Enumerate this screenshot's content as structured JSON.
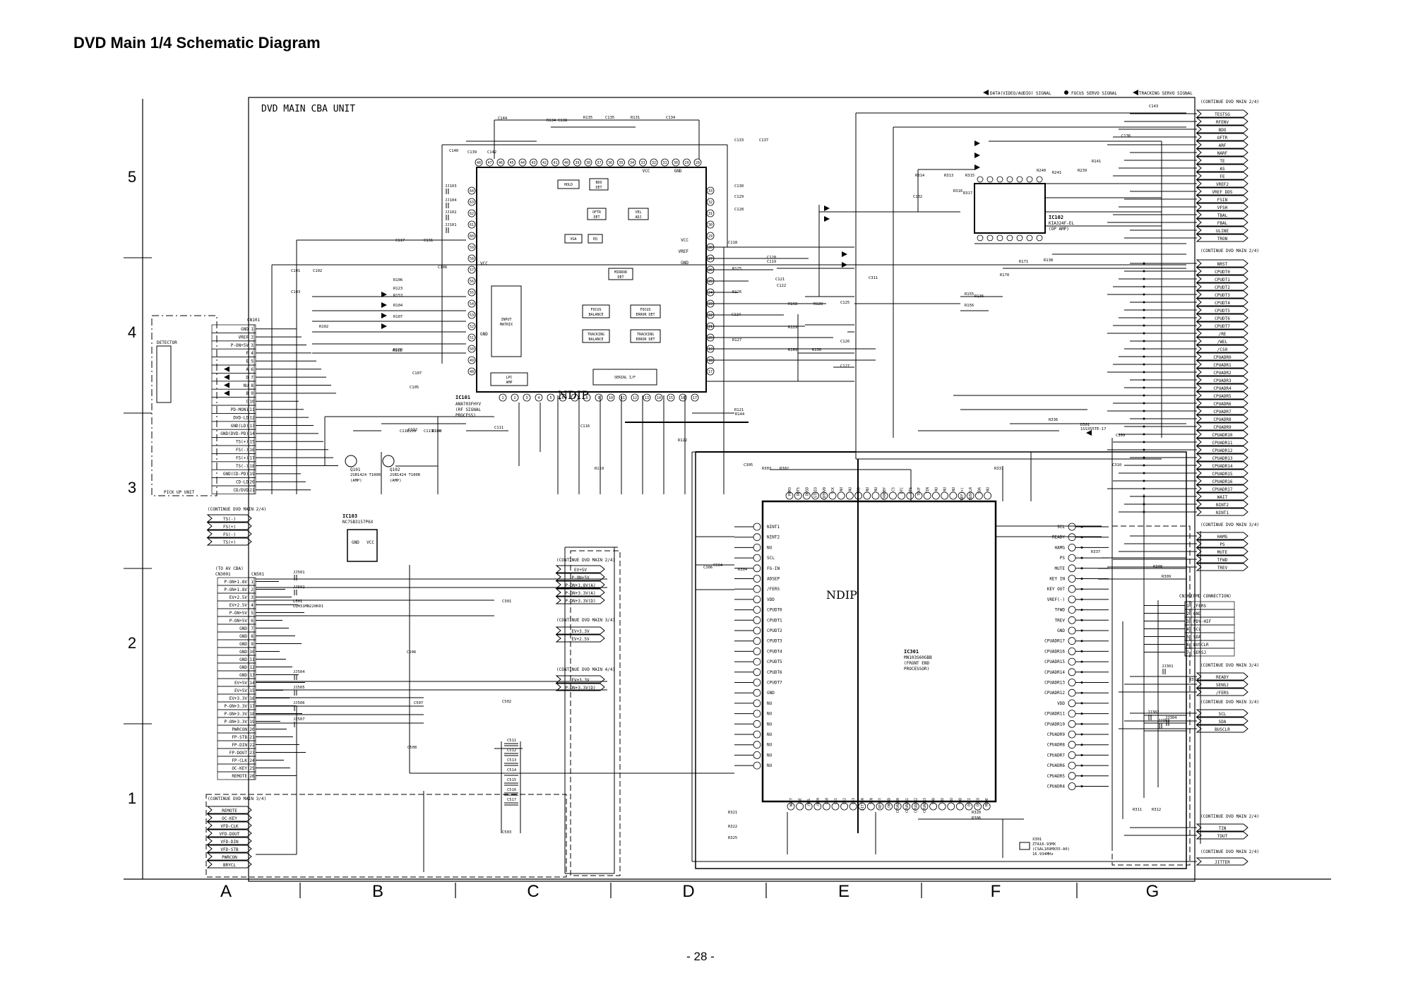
{
  "page": {
    "title": "DVD Main 1/4 Schematic Diagram",
    "number": "- 28 -"
  },
  "frame": {
    "unit_label": "DVD MAIN CBA UNIT",
    "pickup_label": "PICK UP UNIT",
    "detector_label": "DETECTOR",
    "row_labels": [
      "5",
      "4",
      "3",
      "2",
      "1"
    ],
    "col_labels": [
      "A",
      "B",
      "C",
      "D",
      "E",
      "F",
      "G"
    ]
  },
  "legend": {
    "data": "DATA(VIDEO/AUDIO) SIGNAL",
    "focus": "FOCUS SERVO SIGNAL",
    "tracking": "TRACKING SERVO SIGNAL"
  },
  "colors": {
    "ink": "#000000",
    "paper": "#ffffff"
  },
  "ic101": {
    "ref": "IC101",
    "part": "AN8703FHYV",
    "desc1": "(RF SIGNAL",
    "desc2": "PROCESS)",
    "blocks": [
      "HOLD",
      "BDO DET",
      "OFTR DET",
      "VEL ADJ",
      "VGA",
      "EQ",
      "MIRROR DET",
      "INPUT MATRIX",
      "FOCUS BALANCE",
      "FOCUS ERROR DET",
      "TRACKING BALANCE",
      "TRACKING ERROR DET",
      "LPC AMP",
      "SERIAL I/F"
    ],
    "pins_left": [
      "VCC",
      "GND"
    ],
    "pins_right": [
      "VCC",
      "VREF",
      "GND"
    ],
    "top_labels": [
      "VCC",
      "GND"
    ]
  },
  "ic102": {
    "ref": "IC102",
    "part": "KIA324F-EL",
    "desc": "(OP AMP)"
  },
  "ic103": {
    "ref": "IC103",
    "part": "NC7SB3157P6X",
    "pins": [
      "GND",
      "VCC"
    ]
  },
  "ic301": {
    "ref": "IC301",
    "part": "MN103S60GBB",
    "desc1": "(FRONT END",
    "desc2": "PROCESSOR)",
    "watermark": "NDIP",
    "left_pins": [
      "NINT1",
      "NINT2",
      "NU",
      "SCL",
      "FG-IN",
      "ADSEP",
      "/FERS",
      "VDD",
      "CPUDT0",
      "CPUDT1",
      "CPUDT2",
      "CPUDT3",
      "CPUDT4",
      "CPUDT5",
      "CPUDT6",
      "CPUDT7",
      "GND",
      "NU",
      "NU",
      "NU",
      "NU",
      "NU",
      "NU",
      "NU"
    ],
    "right_pins": [
      "SCL",
      "READY",
      "HAMG",
      "PS",
      "MUTE",
      "KEY IN",
      "KEY OUT",
      "VREF(-)",
      "TFWD",
      "TREV",
      "GND",
      "CPUADR17",
      "CPUADR16",
      "CPUADR15",
      "CPUADR14",
      "CPUADR13",
      "CPUADR12",
      "VDD",
      "CPUADR11",
      "CPUADR10",
      "CPUADR9",
      "CPUADR8",
      "CPUADR7",
      "CPUADR6",
      "CPUADR5",
      "CPUADR4"
    ],
    "top_pins": [
      "PWM3",
      "DBT5",
      "DDSD",
      "STDIO",
      "CDTDVD",
      "SCK",
      "NU",
      "NU",
      "VDD",
      "NU",
      "NU",
      "STANDBY",
      "CS",
      "DTC",
      "DTS",
      "TDUT",
      "TIN",
      "NU",
      "NU",
      "NU",
      "VREF(+)",
      "BUSCLR",
      "SDA",
      "NU"
    ],
    "bottom_pins": [
      "WAIT",
      "/RE",
      "/WEL",
      "/WEH",
      "CS0",
      "CS1",
      "CS2",
      "CS3",
      "JITTER",
      "SEN",
      "RESET",
      "/WORD",
      "CPUADR0",
      "CPUADR1",
      "CPUADR2",
      "CPUADR3",
      "VDD",
      "NU",
      "NU",
      "VDD",
      "OSCI",
      "OSCO",
      "MODE"
    ]
  },
  "cn101": {
    "ref": "CN101",
    "pins": [
      "GND",
      "VREF",
      "P-ON+5V",
      "F",
      "E",
      "A",
      "D",
      "NU",
      "B",
      "C",
      "PD-MON1",
      "DVD-LD",
      "GND(LD)",
      "GND(DVD-PD)",
      "TS(+)",
      "FS(-)",
      "FS(+)",
      "TS(-)",
      "GND(CD-PD)",
      "CD-LD",
      "CD/DVD"
    ]
  },
  "cn501": {
    "ref": "CN501",
    "header1": "(TO AV CBA)",
    "header2": "CN3001",
    "pins": [
      "P-ON+1.8V",
      "P-ON+1.8V",
      "EV+2.5V",
      "EV+2.5V",
      "P-ON+5V",
      "P-ON+5V",
      "GND",
      "GND",
      "GND",
      "GND",
      "GND",
      "GND",
      "GND",
      "EV+5V",
      "EV+5V",
      "EV+3.3V",
      "P-ON+3.3V",
      "P-ON+3.3V",
      "P-ON+3.3V",
      "PWRCON",
      "FP-STB",
      "FP-DIN",
      "FP-DOUT",
      "FP-CLK",
      "OC-KEY",
      "REMOTE"
    ]
  },
  "cn302": {
    "ref": "CN302",
    "header": "(FMD CONNECTION)",
    "pins": [
      "/FERS",
      "GND",
      "PDY-HIF",
      "SCL",
      "SDA",
      "BUSCLR",
      "SENSJ"
    ]
  },
  "right_signals": {
    "group1_continue": "(CONTINUE DVD MAIN 2/4)",
    "group1": [
      "TESTSG",
      "RFENV",
      "BDO",
      "OFTR",
      "ARF",
      "NARF",
      "TE",
      "AS",
      "FE",
      "VREF2",
      "VREF DD5",
      "FSIN",
      "VFSH",
      "TBAL",
      "FBAL",
      "ULINE",
      "TRON"
    ],
    "group2_continue": "(CONTINUE DVD MAIN 2/4)",
    "group2": [
      "NRST",
      "CPUDT0",
      "CPUDT1",
      "CPUDT2",
      "CPUDT3",
      "CPUDT4",
      "CPUDT5",
      "CPUDT6",
      "CPUDT7",
      "/RE",
      "/WEL",
      "/CS0",
      "CPUADR0",
      "CPUADR1",
      "CPUADR2",
      "CPUADR3",
      "CPUADR4",
      "CPUADR5",
      "CPUADR6",
      "CPUADR7",
      "CPUADR8",
      "CPUADR9",
      "CPUADR10",
      "CPUADR11",
      "CPUADR12",
      "CPUADR13",
      "CPUADR14",
      "CPUADR15",
      "CPUADR16",
      "CPUADR17",
      "WAIT",
      "NINT2",
      "NINT1"
    ],
    "group3_continue": "(CONTINUE DVD MAIN 3/4)",
    "group3": [
      "HAMG",
      "PS",
      "MUTE",
      "TFWD",
      "TREV"
    ],
    "group4_continue": "(CONTINUE DVD MAIN 3/4)",
    "group4": [
      "READY",
      "SENSJ",
      "/FERS"
    ],
    "group5_continue": "(CONTINUE DVD MAIN 3/4)",
    "group5": [
      "SCL",
      "SDA",
      "BUSCLR"
    ],
    "group6_continue": "(CONTINUE DVD MAIN 2/4)",
    "group6": [
      "TIN",
      "TOUT"
    ],
    "group7_continue": "(CONTINUE DVD MAIN 2/4)",
    "group7": [
      "JITTER"
    ]
  },
  "left_groups": {
    "ts_continue": "(CONTINUE DVD MAIN 2/4)",
    "ts": [
      "TS(-)",
      "FS(+)",
      "FS(-)",
      "TS(+)"
    ],
    "power1_continue": "(CONTINUE DVD MAIN 2/4)",
    "power1": [
      "EV+5V",
      "P-ON+5V",
      "P-ON+1.8V(A)",
      "P-ON+3.3V(A)",
      "P-ON+3.3V(D)"
    ],
    "power2_continue": "(CONTINUE DVD MAIN 3/4)",
    "power2": [
      "EV+3.3V",
      "EV+2.5V"
    ],
    "power3_continue": "(CONTINUE DVD MAIN 4/4)",
    "power3": [
      "EV+3.3V",
      "P-ON+3.3V(D)"
    ],
    "fp_continue": "(CONTINUE DVD MAIN 3/4)",
    "fp": [
      "REMOTE",
      "OC-KEY",
      "VFD-CLK",
      "VFD-DOUT",
      "VFD-DIN",
      "VFD-STB",
      "PWRCON",
      "BRYCL"
    ]
  },
  "parts": {
    "caps_top": [
      "C144",
      "C138",
      "C135",
      "C134",
      "C143",
      "C136",
      "C140",
      "C139",
      "C142",
      "C133",
      "C137",
      "C130",
      "C129",
      "C128",
      "C118",
      "C120",
      "C119",
      "C121",
      "C122",
      "C125",
      "C124",
      "C126",
      "C127",
      "C311",
      "C101",
      "C102",
      "C103",
      "C105",
      "C106",
      "C107",
      "C108",
      "C109",
      "C110",
      "C111",
      "C112",
      "C113",
      "C116",
      "C117",
      "C131",
      "C132",
      "C309",
      "C310",
      "C305",
      "C306",
      "C301",
      "C502",
      "C503",
      "C504",
      "C506",
      "C507",
      "C508"
    ],
    "resistors": [
      "R134",
      "R135",
      "R131",
      "R141",
      "R314",
      "R313",
      "R315",
      "R316",
      "R317",
      "R240",
      "R241",
      "R239",
      "R171",
      "R138",
      "R170",
      "R136",
      "R155",
      "R156",
      "R106",
      "R123",
      "R153",
      "R104",
      "R107",
      "R108",
      "R111",
      "R102",
      "R160",
      "R168",
      "R128",
      "R129",
      "R169",
      "R130",
      "R125",
      "R126",
      "R127",
      "R121",
      "R144",
      "R122",
      "R119",
      "R303",
      "R302",
      "R304",
      "R331",
      "R336",
      "R337",
      "R308",
      "R309",
      "R311",
      "R312",
      "R321",
      "R322",
      "R325",
      "R306",
      "R320",
      "R332"
    ],
    "jumpers": [
      "JJ103",
      "JJ104",
      "JJ102",
      "JJ101",
      "JJ501",
      "JJ502",
      "JJ504",
      "JJ505",
      "JJ506",
      "JJ507",
      "JJ301",
      "JJ302",
      "JJ303",
      "JJ304"
    ],
    "transistors": [
      "Q101",
      "Q102"
    ],
    "q101_part": "2SB1424 T100R",
    "q102_part": "2SB1424 T100R",
    "q_desc": "(AMP)",
    "diode": "D301",
    "diode_part": "1SS355TE-17",
    "inductor": "L501",
    "inductor_part": "LQH31MN220K01",
    "crystal": "X301",
    "crystal_part": "ZTA16.93MX",
    "crystal_desc": "(CSAL169MX55-A0)",
    "crystal_freq": "16.934MHz",
    "cap_stack": [
      "C511",
      "C512",
      "C513",
      "C514",
      "C515",
      "C516",
      "C517"
    ]
  }
}
